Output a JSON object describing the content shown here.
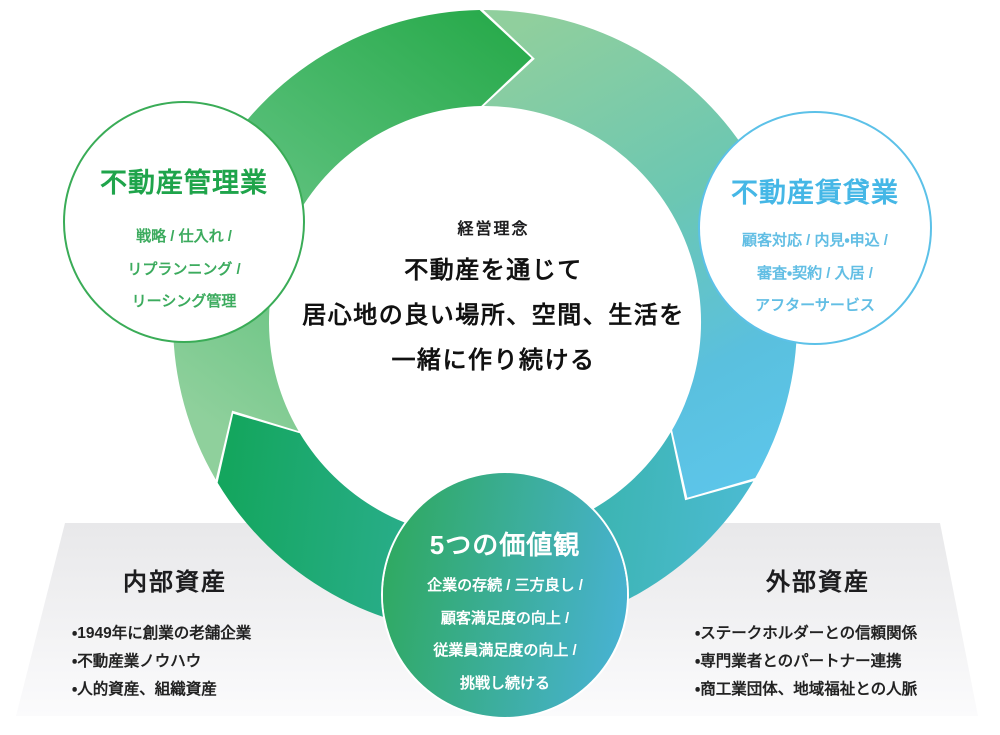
{
  "colors": {
    "left_circle_border": "#3aac57",
    "left_title": "#1fa44b",
    "left_items": "#3cab5e",
    "right_circle_border": "#5cc1e8",
    "right_title": "#45b7e6",
    "right_items": "#62bee4",
    "bottom_grad_start": "#2fa960",
    "bottom_grad_end": "#48b2d3",
    "ring_green_dark": "#2aab4d",
    "ring_green_light": "#8fd09c",
    "ring_blue_sky": "#5cc5e9",
    "ring_teal": "#4abacf",
    "ring_green_deep": "#14a65e",
    "text_dark": "#1d1d1f",
    "platform_top": "#e8e8ea",
    "platform_bottom": "#fbfbfc"
  },
  "center": {
    "label": "経営理念",
    "lines": [
      "不動産を通じて",
      "居心地の良い場所、空間、生活を",
      "一緒に作り続ける"
    ]
  },
  "management": {
    "title": "不動産管理業",
    "lines": [
      "戦略 / 仕入れ /",
      "リプランニング /",
      "リーシング管理"
    ]
  },
  "leasing": {
    "title": "不動産賃貸業",
    "lines": [
      "顧客対応 / 内見・申込 /",
      "審査・契約 / 入居 /",
      "アフターサービス"
    ]
  },
  "values": {
    "title": "5つの価値観",
    "lines": [
      "企業の存続 / 三方良し /",
      "顧客満足度の向上 /",
      "従業員満足度の向上 /",
      "挑戦し続ける"
    ]
  },
  "internal_assets": {
    "title": "内部資産",
    "items": [
      "・1949年に創業の老舗企業",
      "・不動産業ノウハウ",
      "・人的資産、組織資産"
    ]
  },
  "external_assets": {
    "title": "外部資産",
    "items": [
      "・ステークホルダーとの信頼関係",
      "・専門業者とのパートナー連携",
      "・商工業団体、地域福祉との人脈"
    ]
  }
}
